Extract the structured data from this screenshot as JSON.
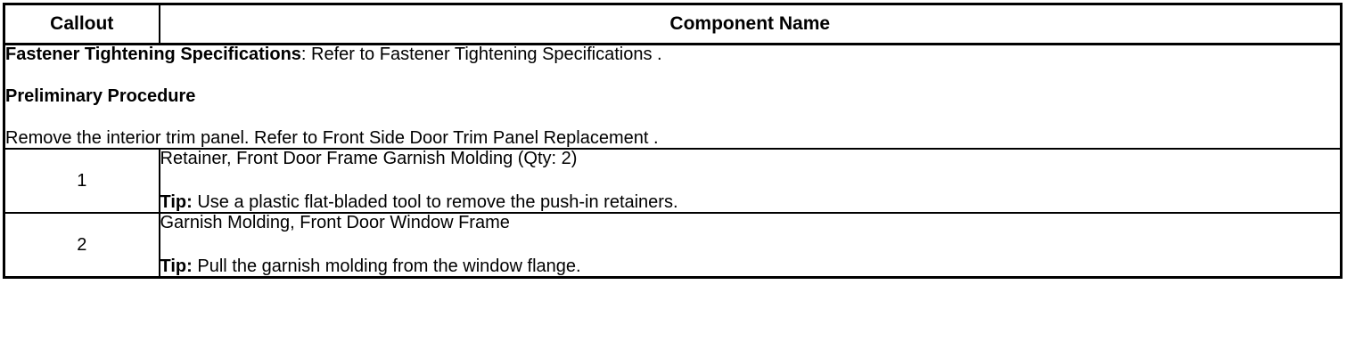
{
  "table": {
    "headers": {
      "callout": "Callout",
      "component_name": "Component Name"
    },
    "preliminary": {
      "spec_label": "Fastener Tightening Specifications",
      "spec_text": ": Refer to Fastener Tightening Specifications .",
      "procedure_heading": "Preliminary Procedure",
      "procedure_text": "Remove the interior trim panel. Refer to Front Side Door Trim Panel Replacement ."
    },
    "rows": [
      {
        "callout": "1",
        "component": "Retainer, Front Door Frame Garnish Molding (Qty: 2)",
        "tip_label": "Tip:",
        "tip_text": " Use a plastic flat-bladed tool to remove the push-in retainers."
      },
      {
        "callout": "2",
        "component": "Garnish Molding, Front Door Window Frame",
        "tip_label": "Tip:",
        "tip_text": " Pull the garnish molding from the window flange."
      }
    ]
  },
  "colors": {
    "border": "#000000",
    "text": "#000000",
    "background": "#ffffff"
  }
}
